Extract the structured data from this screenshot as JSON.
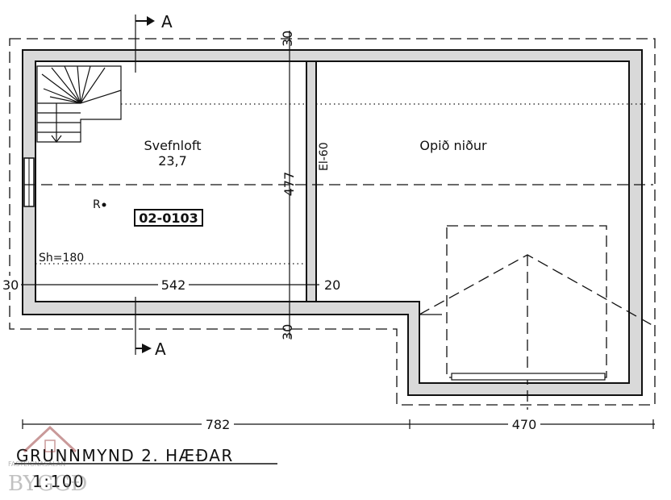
{
  "drawing": {
    "room_left_name": "Svefnloft",
    "room_left_area": "23,7",
    "room_right_name": "Opið niður",
    "room_code": "02-0103",
    "sh_label": "Sh=180",
    "r_label": "R",
    "wall_label": "El-60",
    "dim_height": "477",
    "dim_left_width": "542",
    "dim_left_wall": "30",
    "dim_mid_wall": "20",
    "dim_top_wall": "30",
    "dim_bottom_wall": "30",
    "dim_total_left": "782",
    "dim_total_right": "470",
    "section_mark_top": "A",
    "section_mark_bottom": "A",
    "title": "GRUNNMYND 2. HÆÐAR",
    "scale": "1:100"
  },
  "watermark": {
    "small_text": "FASTEIGNASALAN",
    "brand_text": "BYGGÐ"
  }
}
